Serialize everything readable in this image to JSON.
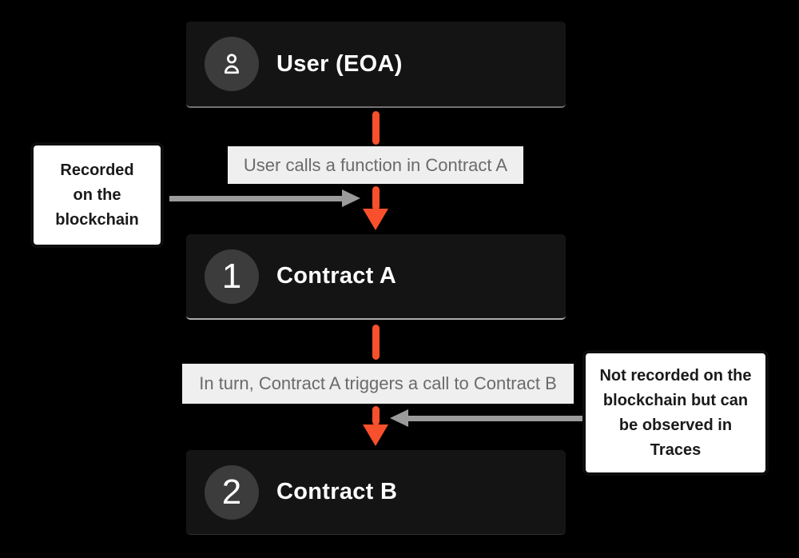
{
  "nodes": [
    {
      "label": "User (EOA)",
      "badge": "user-icon"
    },
    {
      "label": "Contract A",
      "badge_number": "1"
    },
    {
      "label": "Contract B",
      "badge_number": "2"
    }
  ],
  "flow_labels": [
    {
      "text": "User calls a function in Contract A"
    },
    {
      "text": "In turn, Contract A triggers a call to Contract B"
    }
  ],
  "annotations": {
    "left": {
      "text": "Recorded on the blockchain",
      "lines": [
        "Recorded",
        "on the",
        "blockchain"
      ]
    },
    "right": {
      "text": "Not recorded on the blockchain but can be observed in Traces",
      "lines": [
        "Not recorded on the",
        "blockchain but can",
        "be observed in",
        "Traces"
      ]
    }
  },
  "colors": {
    "background": "#000000",
    "node_background": "#141414",
    "badge_background": "#3C3C3C",
    "node_text": "#FFFFFF",
    "flow_arrow_orange": "#F8502C",
    "annotation_arrow_gray": "#9B9B9B",
    "flow_label_background": "#EFEFEF",
    "flow_label_text": "#6B6B6B",
    "annotation_background": "#FFFFFF",
    "annotation_border": "#0D0D0D",
    "annotation_text": "#1A1A1A"
  }
}
